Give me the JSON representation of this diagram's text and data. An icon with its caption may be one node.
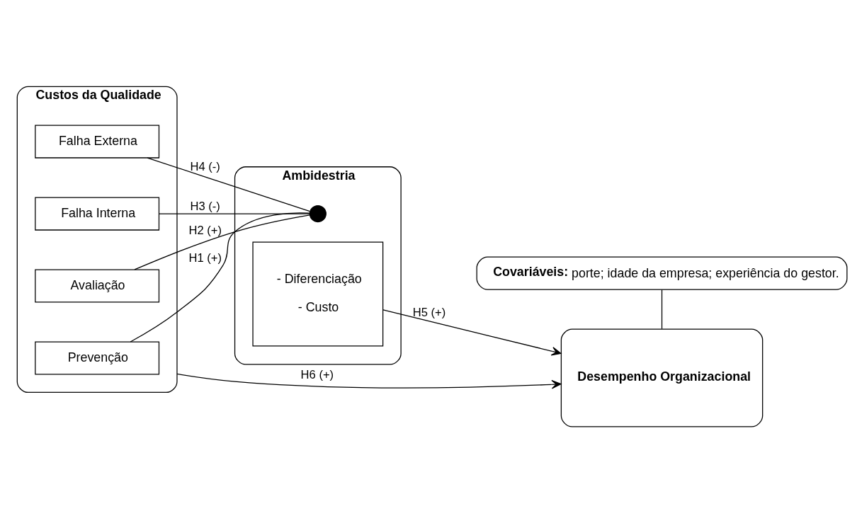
{
  "diagram": {
    "nodes": [
      {
        "text": [
          "Custos da Qualidade"
        ]
      },
      {
        "text": [
          "Prevenção"
        ],
        "in": 0
      },
      {
        "text": [
          "Avaliação"
        ],
        "in": 0
      },
      {
        "text": [
          "Falha Interna"
        ],
        "in": 0
      },
      {
        "text": [
          "Falha Externa"
        ],
        "in": 0
      },
      {
        "text": [
          "Ambidestria"
        ]
      },
      {
        "text": [],
        "shape": "circle",
        "in": 5
      },
      {
        "text": [
          "- Diferenciação",
          "- Custo"
        ],
        "in": 5
      },
      {
        "text": [
          "**Covariáveis:** porte; idade da empresa; experiência do gestor."
        ]
      },
      {
        "text": [
          "Desempenho Organizacional"
        ]
      }
    ],
    "edges": [
      {
        "from": 1,
        "to": 6,
        "arrow": "none",
        "label": "H1 (+)"
      },
      {
        "from": 2,
        "to": 6,
        "arrow": "none",
        "label": "H2 (+)"
      },
      {
        "from": 3,
        "to": 6,
        "arrow": "none",
        "label": "H3 (-)"
      },
      {
        "from": 4,
        "to": 6,
        "arrow": "none",
        "label": "H4 (-)"
      },
      {
        "from": 7,
        "to": 9,
        "arrow": "to",
        "label": "H5 (+)"
      },
      {
        "from": 8,
        "to": 9,
        "arrow": "none"
      },
      {
        "from": 0,
        "to": 9,
        "arrow": "to",
        "label": "H6 (+)"
      }
    ]
  }
}
